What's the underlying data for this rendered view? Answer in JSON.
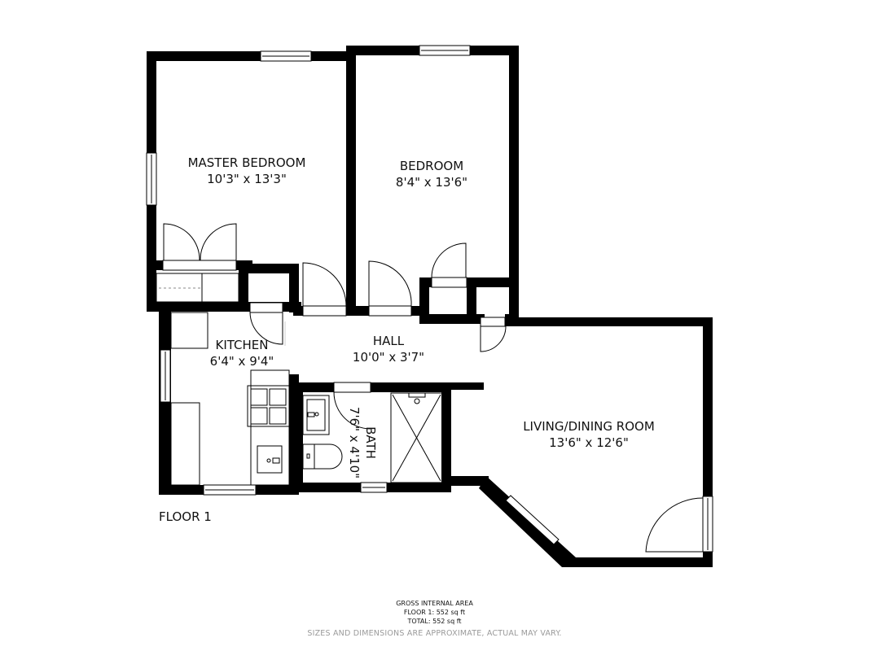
{
  "plan": {
    "floor_label": "FLOOR 1",
    "rooms": [
      {
        "name": "MASTER BEDROOM",
        "dimensions": "10'3\" x 13'3\""
      },
      {
        "name": "BEDROOM",
        "dimensions": "8'4\" x 13'6\""
      },
      {
        "name": "KITCHEN",
        "dimensions": "6'4\" x 9'4\""
      },
      {
        "name": "HALL",
        "dimensions": "10'0\" x 3'7\""
      },
      {
        "name": "BATH",
        "dimensions": "7'6\" x 4'10\""
      },
      {
        "name": "LIVING/DINING ROOM",
        "dimensions": "13'6\" x 12'6\""
      }
    ],
    "icons": [
      "door-swing-icon",
      "window-icon",
      "stove-icon",
      "sink-icon",
      "toilet-icon",
      "shower-icon",
      "closet-icon"
    ]
  },
  "footer": {
    "area_title": "GROSS INTERNAL AREA",
    "floor_area": "FLOOR 1: 552 sq ft",
    "total_area": "TOTAL: 552 sq ft",
    "disclaimer": "SIZES AND DIMENSIONS ARE APPROXIMATE, ACTUAL MAY VARY."
  },
  "colors": {
    "wall": "#000000",
    "background": "#ffffff",
    "disclaimer": "#9a9a9a"
  }
}
